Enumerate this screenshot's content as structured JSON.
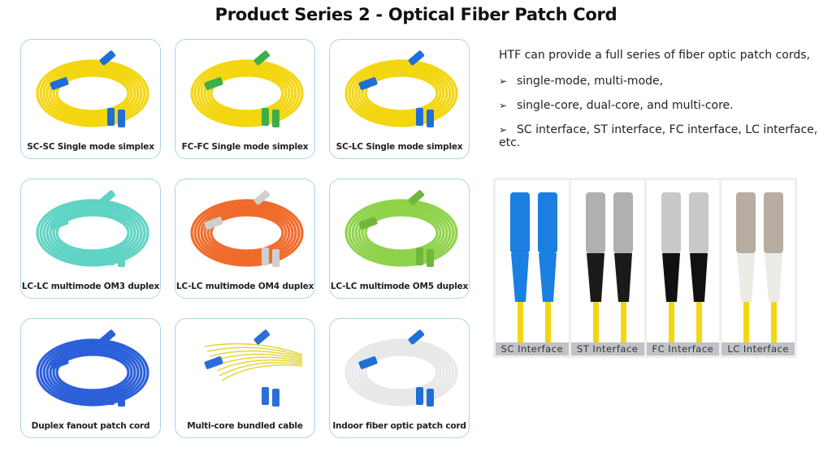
{
  "title": "Product Series 2 - Optical Fiber Patch Cord",
  "products": [
    {
      "label": "SC-SC Single mode simplex",
      "cable": "#f3d60f",
      "connector": "#1e6fd6"
    },
    {
      "label": "FC-FC Single mode simplex",
      "cable": "#f3d60f",
      "connector": "#3cae4a"
    },
    {
      "label": "SC-LC Single mode simplex",
      "cable": "#f3d60f",
      "connector": "#1e6fd6"
    },
    {
      "label": "LC-LC multimode OM3 duplex",
      "cable": "#5fd3c4",
      "connector": "#5fd3c4"
    },
    {
      "label": "LC-LC multimode OM4 duplex",
      "cable": "#f06a2a",
      "connector": "#cfcfcf"
    },
    {
      "label": "LC-LC multimode OM5 duplex",
      "cable": "#8fd24a",
      "connector": "#6fb83a"
    },
    {
      "label": "Duplex fanout patch cord",
      "cable": "#2b5fd9",
      "connector": "#2b5fd9"
    },
    {
      "label": "Multi-core bundled cable",
      "cable": "#e2d63a",
      "connector": "#2b6fd6"
    },
    {
      "label": "Indoor fiber optic patch cord",
      "cable": "#e8e8e8",
      "connector": "#1e6fd6"
    }
  ],
  "intro": "HTF can provide a full series of fiber optic patch cords,",
  "bullets": [
    "single-mode, multi-mode,",
    "single-core, dual-core, and multi-core.",
    "SC interface, ST interface, FC interface, LC interface, etc."
  ],
  "bullet_symbol": "➢",
  "interfaces": [
    {
      "label": "SC Interface",
      "body": "#1a7fe0",
      "boot": "#1a7fe0"
    },
    {
      "label": "ST Interface",
      "body": "#b0b0b0",
      "boot": "#1a1a1a"
    },
    {
      "label": "FC Interface",
      "body": "#c8c8c8",
      "boot": "#111111"
    },
    {
      "label": "LC Interface",
      "body": "#b8ada2",
      "boot": "#ecebe6"
    }
  ]
}
